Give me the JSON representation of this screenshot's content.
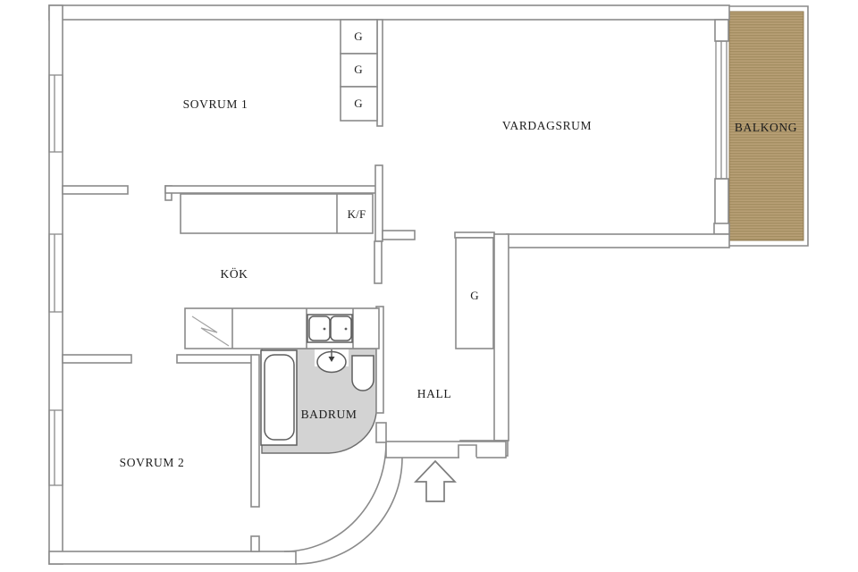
{
  "floorplan": {
    "rooms": {
      "sovrum1": "SOVRUM 1",
      "vardagsrum": "VARDAGSRUM",
      "balkong": "BALKONG",
      "kok": "KÖK",
      "hall": "HALL",
      "badrum": "BADRUM",
      "sovrum2": "SOVRUM 2"
    },
    "fixtures": {
      "wardrobe_label": "G",
      "fridge_freezer_label": "K/F"
    },
    "wardrobes": {
      "sovrum1_count": 3,
      "hall_count": 1
    },
    "colors": {
      "wall_line": "#8a8a8a",
      "fixture_line": "#5e5e5e",
      "label_text": "#1c1c1c",
      "bathroom_fill": "#d3d3d3",
      "balcony_deck": "#b29a70",
      "balcony_deck_line": "#a08a5e",
      "background": "#ffffff"
    }
  }
}
